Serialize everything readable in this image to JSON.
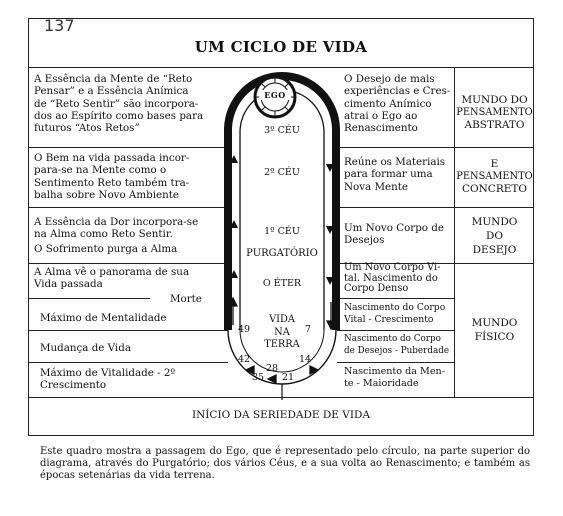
{
  "note": "137",
  "title": "UM CICLO DE VIDA",
  "left": {
    "row1": [
      "A Essência da Mente de “Reto",
      "Pensar” e a Essência Anímica",
      "de “Reto Sentir” são incorpora-",
      "dos ao Espírito como bases para",
      "futuros “Atos Retos”"
    ],
    "row2": [
      "O Bem na vida passada incor-",
      "para-se na Mente como o",
      "Sentimento Reto também tra-",
      "balha sobre Novo Ambiente"
    ],
    "row3a": [
      "A Essência da Dor incorpora-se",
      "na Alma como Reto Sentir."
    ],
    "row3b": "O Sofrimento purga a Alma",
    "row4": [
      "A Alma vê o panorama de sua",
      "Vida passada"
    ],
    "morte": "Morte",
    "row5": "Máximo de Mentalidade",
    "row6": "Mudança de Vida",
    "row7": [
      "Máximo de Vitalidade - 2º",
      "Crescimento"
    ]
  },
  "right": {
    "row1": [
      "O Desejo de mais",
      "experiências e Cres-",
      "cimento Anímico",
      "atrai o Ego ao",
      "Renascimento"
    ],
    "row2": [
      "Reúne os Materiais",
      "para formar uma",
      "Nova Mente"
    ],
    "row3": [
      "Um Novo Corpo de",
      "Desejos"
    ],
    "row4": [
      "Um Novo Corpo Vi-",
      "tal. Nascimento do",
      "Corpo Denso"
    ],
    "row5": [
      "Nascimento do Corpo",
      "Vital - Crescimento"
    ],
    "row6": [
      "Nascimento do Corpo",
      "de Desejos - Puberdade"
    ],
    "row7": [
      "Nascimento da Men-",
      "te - Maioridade"
    ]
  },
  "worlds": {
    "w1": [
      "MUNDO DO",
      "PENSAMENTO",
      "ABSTRATO"
    ],
    "w2": [
      "E",
      "PENSAMENTO",
      "CONCRETO"
    ],
    "w3": [
      "MUNDO",
      "DO",
      "DESEJO"
    ],
    "w4": [
      "MUNDO",
      "FÍSICO"
    ]
  },
  "center": {
    "ego": "EGO",
    "ceu3": "3º CÉU",
    "ceu2": "2º CÉU",
    "ceu1": "1º CÉU",
    "purgatorio": "PURGATÓRIO",
    "eter": "O ÉTER",
    "vida": [
      "VIDA",
      "NA",
      "TERRA"
    ],
    "ages": {
      "a49": "49",
      "a42": "42",
      "a35": "35",
      "a28": "28",
      "a21": "21",
      "a14": "14",
      "a7": "7"
    }
  },
  "footer": "INÍCIO DA SERIEDADE DE VIDA",
  "caption": "Este quadro mostra a passagem do Ego, que é representado pelo círculo, na parte superior do diagrama, através do Purgatório; dos vários Céus, e a sua volta ao Renascimento; e também as épocas setenárias da vida terrena."
}
